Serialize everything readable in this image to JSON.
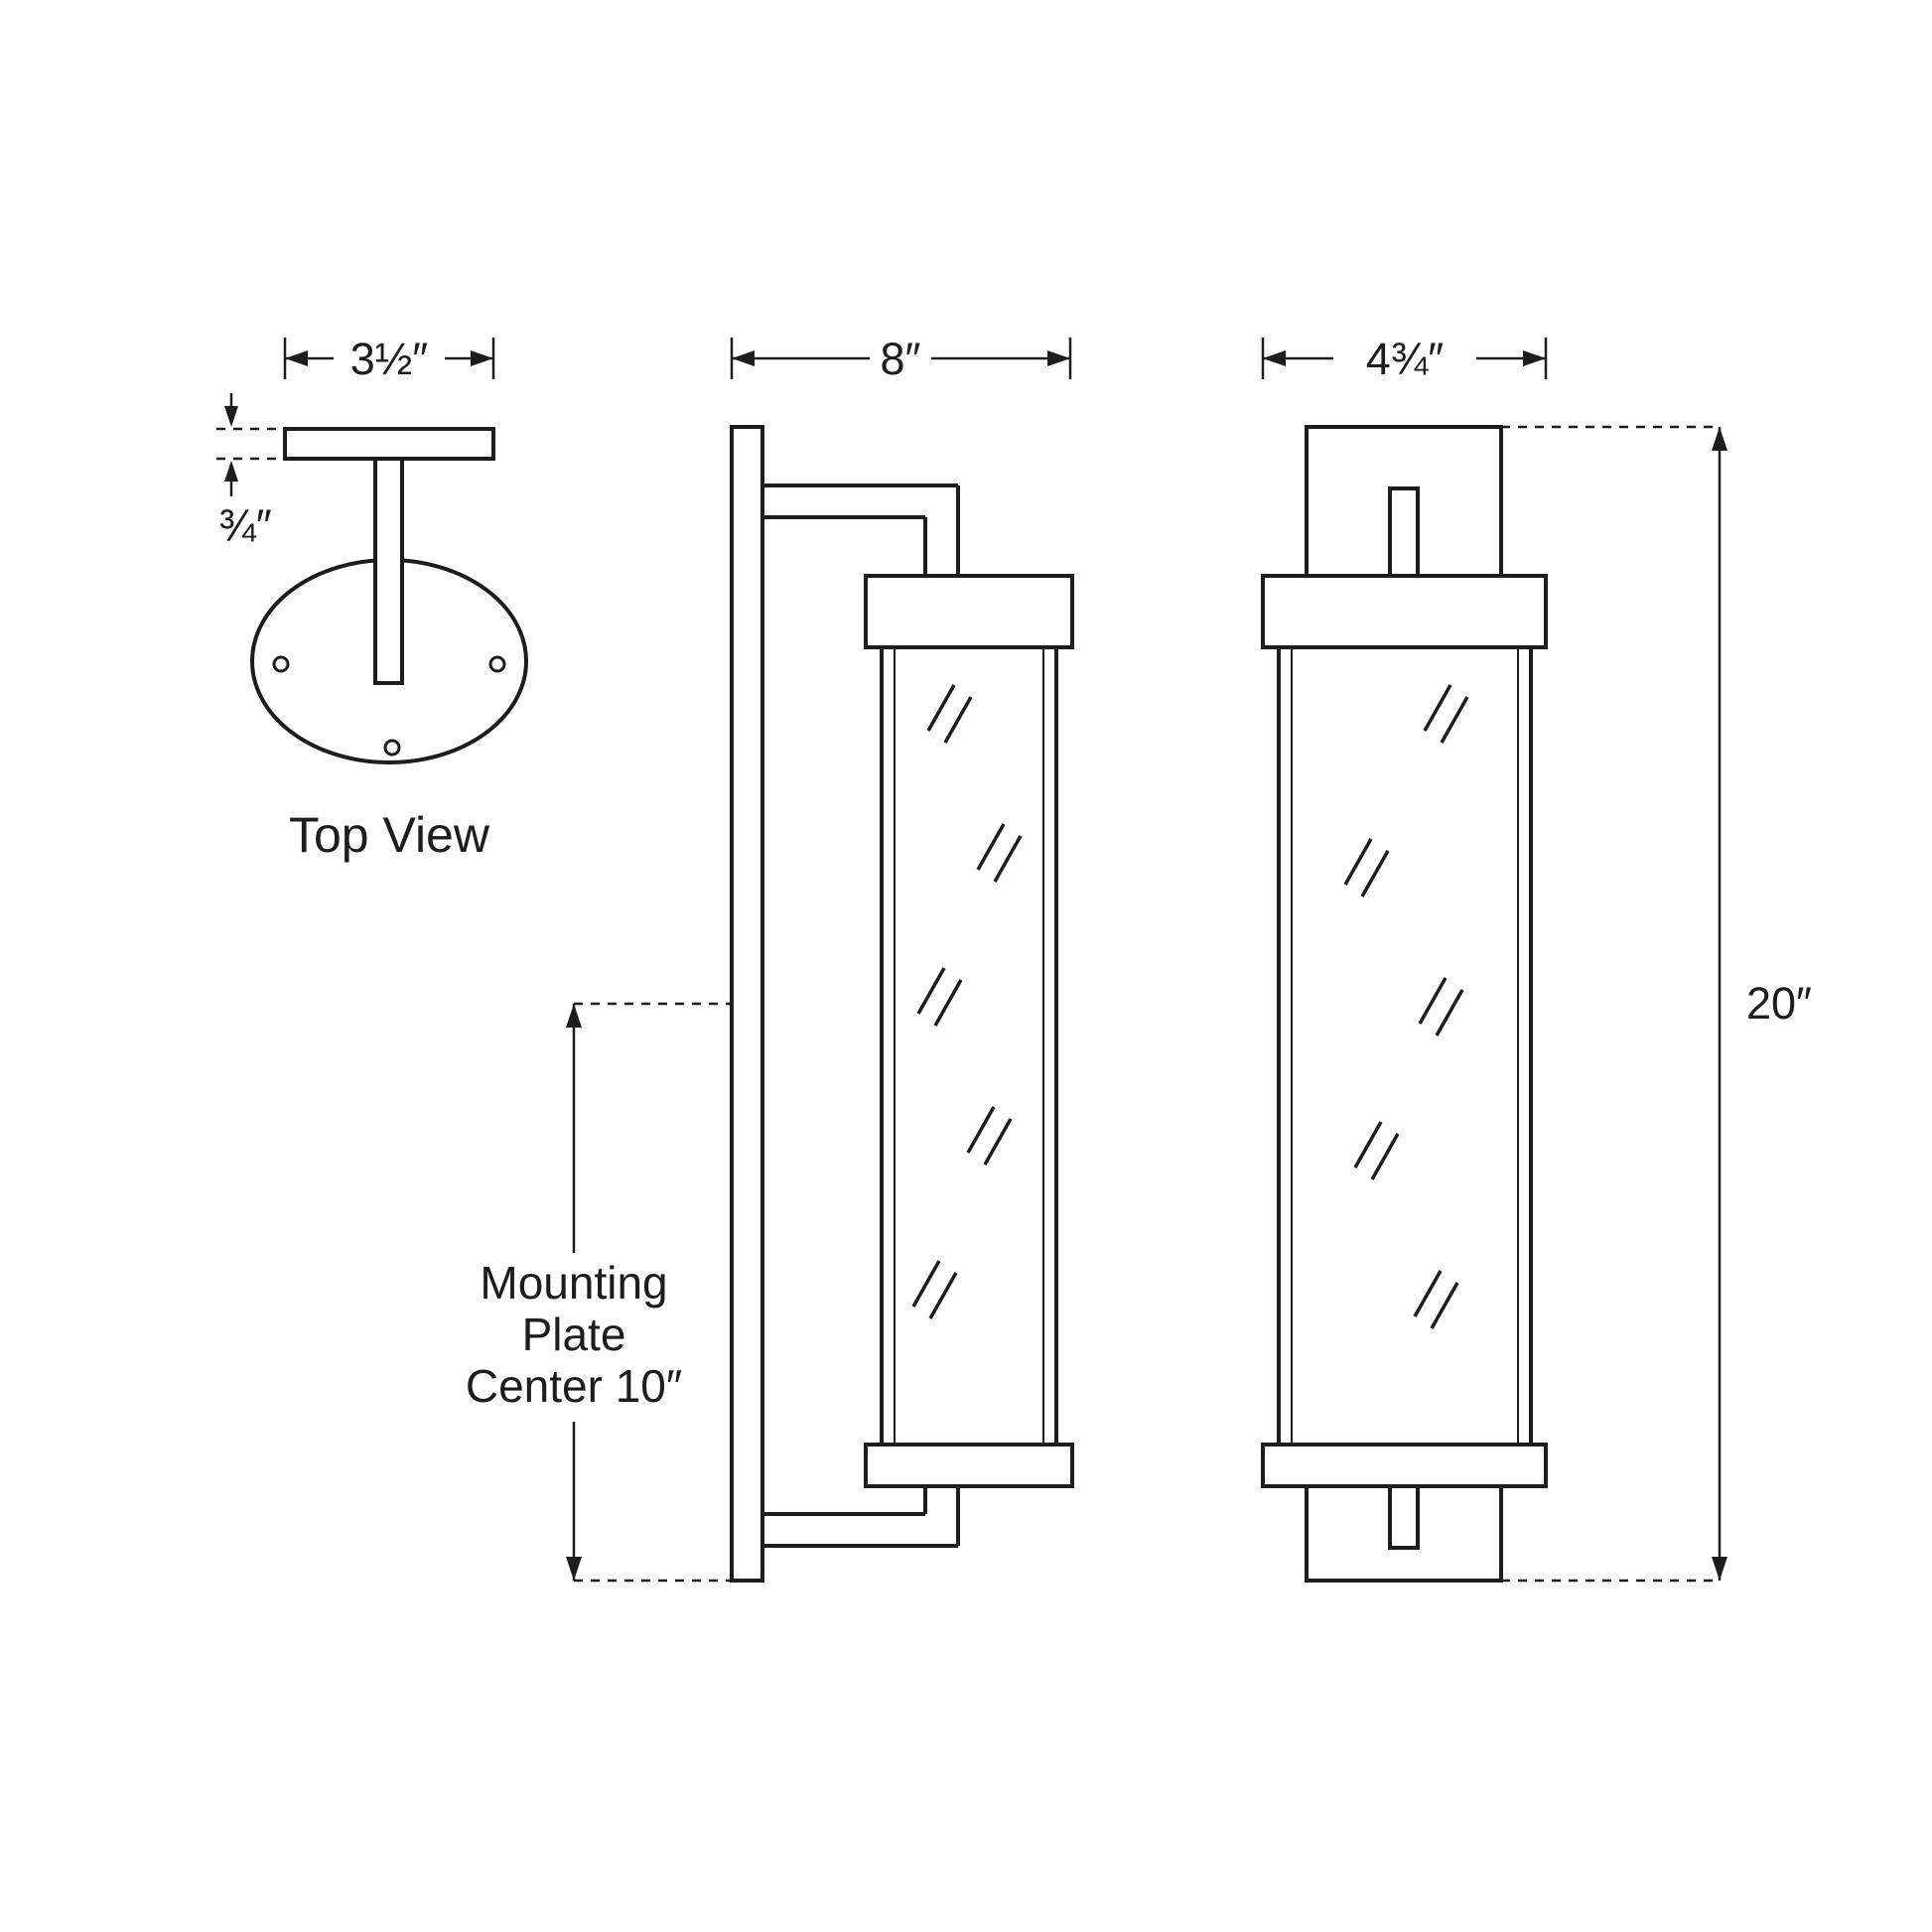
{
  "drawing": {
    "line_color": "#1d1d1b",
    "background_color": "#ffffff",
    "top_view": {
      "caption": "Top View",
      "width_label": "3½″",
      "thickness_label": "¾″"
    },
    "side_view": {
      "depth_label": "8″",
      "mounting_label_line1": "Mounting",
      "mounting_label_line2": "Plate",
      "mounting_label_line3": "Center 10″"
    },
    "front_view": {
      "width_label": "4¾″",
      "height_label": "20″"
    }
  }
}
